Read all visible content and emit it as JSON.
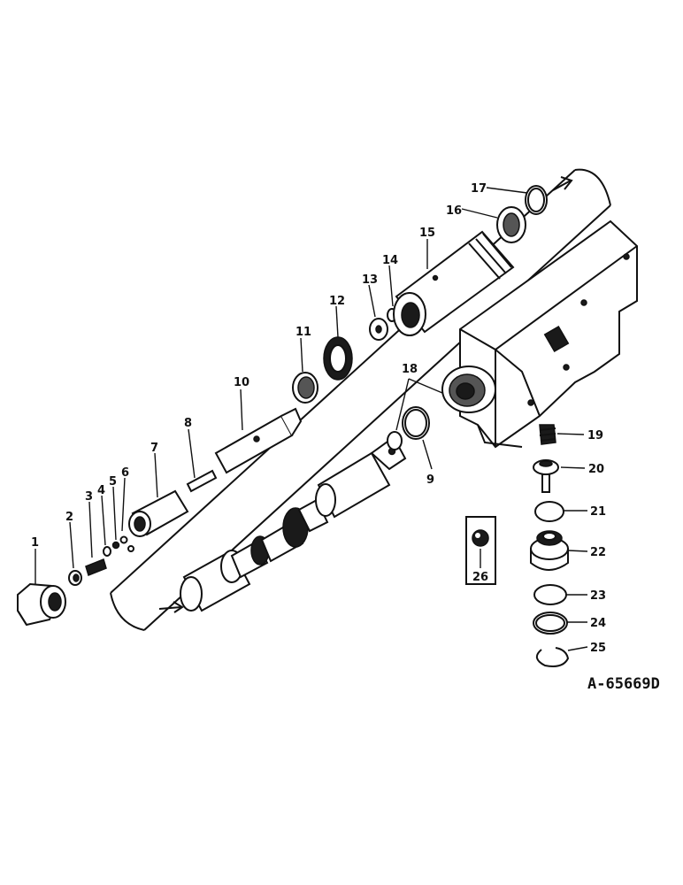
{
  "diagram": {
    "part_labels": {
      "p1": "1",
      "p2": "2",
      "p3": "3",
      "p4": "4",
      "p5": "5",
      "p6": "6",
      "p7": "7",
      "p8": "8",
      "p9": "9",
      "p10": "10",
      "p11": "11",
      "p12": "12",
      "p13": "13",
      "p14": "14",
      "p15": "15",
      "p16": "16",
      "p17": "17",
      "p18": "18",
      "p19": "19",
      "p20": "20",
      "p21": "21",
      "p22": "22",
      "p23": "23",
      "p24": "24",
      "p25": "25",
      "p26": "26"
    },
    "drawing_code": "A-65669D"
  }
}
